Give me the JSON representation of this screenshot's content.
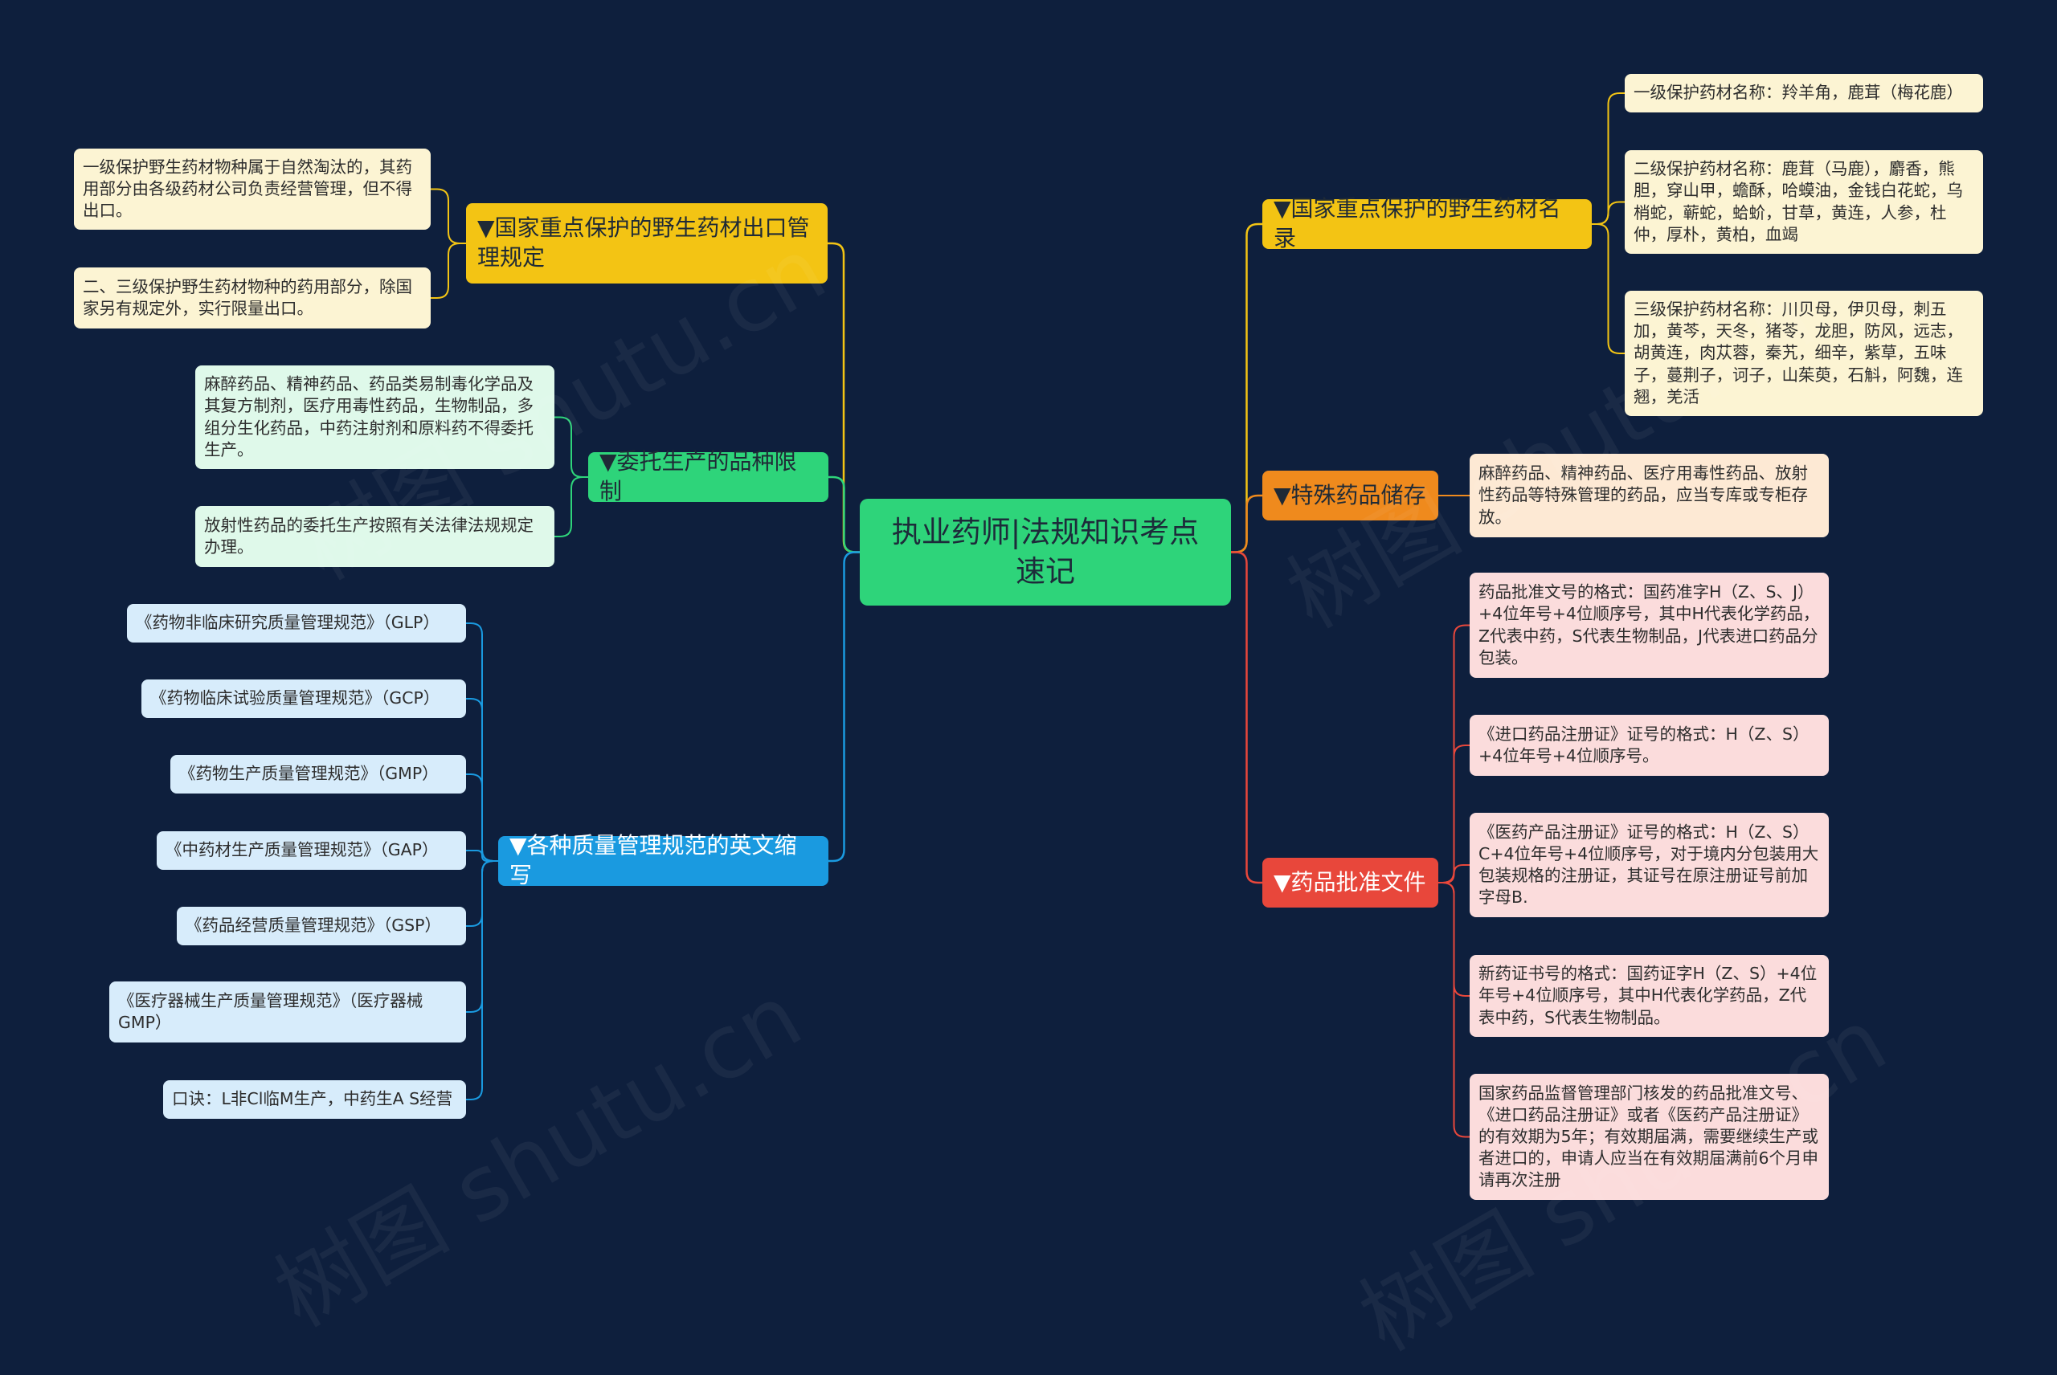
{
  "root": {
    "label": "执业药师|法规知识考点速记"
  },
  "topics": {
    "export": "▼国家重点保护的野生药材出口管理规定",
    "entrust": "▼委托生产的品种限制",
    "quality": "▼各种质量管理规范的英文缩写",
    "list": "▼国家重点保护的野生药材名录",
    "storage": "▼特殊药品储存",
    "approval": "▼药品批准文件"
  },
  "leaves": {
    "export_1": "一级保护野生药材物种属于自然淘汰的，其药用部分由各级药材公司负责经营管理，但不得出口。",
    "export_2": "二、三级保护野生药材物种的药用部分，除国家另有规定外，实行限量出口。",
    "entrust_1": "麻醉药品、精神药品、药品类易制毒化学品及其复方制剂，医疗用毒性药品，生物制品，多组分生化药品，中药注射剂和原料药不得委托生产。",
    "entrust_2": "放射性药品的委托生产按照有关法律法规规定办理。",
    "quality_1": "《药物非临床研究质量管理规范》（GLP）",
    "quality_2": "《药物临床试验质量管理规范》（GCP）",
    "quality_3": "《药物生产质量管理规范》（GMP）",
    "quality_4": "《中药材生产质量管理规范》（GAP）",
    "quality_5": "《药品经营质量管理规范》（GSP）",
    "quality_6": "《医疗器械生产质量管理规范》（医疗器械GMP）",
    "quality_7": "口诀：L非Cl临M生产，中药生A S经营",
    "list_1": "一级保护药材名称：羚羊角，鹿茸（梅花鹿）",
    "list_2": "二级保护药材名称：鹿茸（马鹿），麝香，熊胆，穿山甲，蟾酥，哈蟆油，金钱白花蛇，乌梢蛇，蕲蛇，蛤蚧，甘草，黄连，人参，杜仲，厚朴，黄柏，血竭",
    "list_3": "三级保护药材名称：川贝母，伊贝母，刺五加，黄芩，天冬，猪苓，龙胆，防风，远志，胡黄连，肉苁蓉，秦艽，细辛，紫草，五味子，蔓荆子，诃子，山茱萸，石斛，阿魏，连翘，羌活",
    "storage_1": "麻醉药品、精神药品、医疗用毒性药品、放射性药品等特殊管理的药品，应当专库或专柜存放。",
    "approval_1": "药品批准文号的格式：国药准字H（Z、S、J）+4位年号+4位顺序号，其中H代表化学药品，Z代表中药，S代表生物制品，J代表进口药品分包装。",
    "approval_2": "《进口药品注册证》证号的格式：H（Z、S）+4位年号+4位顺序号。",
    "approval_3": "《医药产品注册证》证号的格式：H（Z、S）C+4位年号+4位顺序号，对于境内分包装用大包装规格的注册证，其证号在原注册证号前加字母B.",
    "approval_4": "新药证书号的格式：国药证字H（Z、S）+4位年号+4位顺序号，其中H代表化学药品，Z代表中药，S代表生物制品。",
    "approval_5": "国家药品监督管理部门核发的药品批准文号、《进口药品注册证》或者《医药产品注册证》的有效期为5年；有效期届满，需要继续生产或者进口的，申请人应当在有效期届满前6个月申请再次注册"
  },
  "watermark": "树图 shutu.cn",
  "colors": {
    "background": "#0e1f3d",
    "root": "#2ed47a",
    "gold": "#f3c414",
    "green": "#2ed47a",
    "blue": "#1a9ae0",
    "orange": "#ef8a1d",
    "red": "#e8473b"
  }
}
